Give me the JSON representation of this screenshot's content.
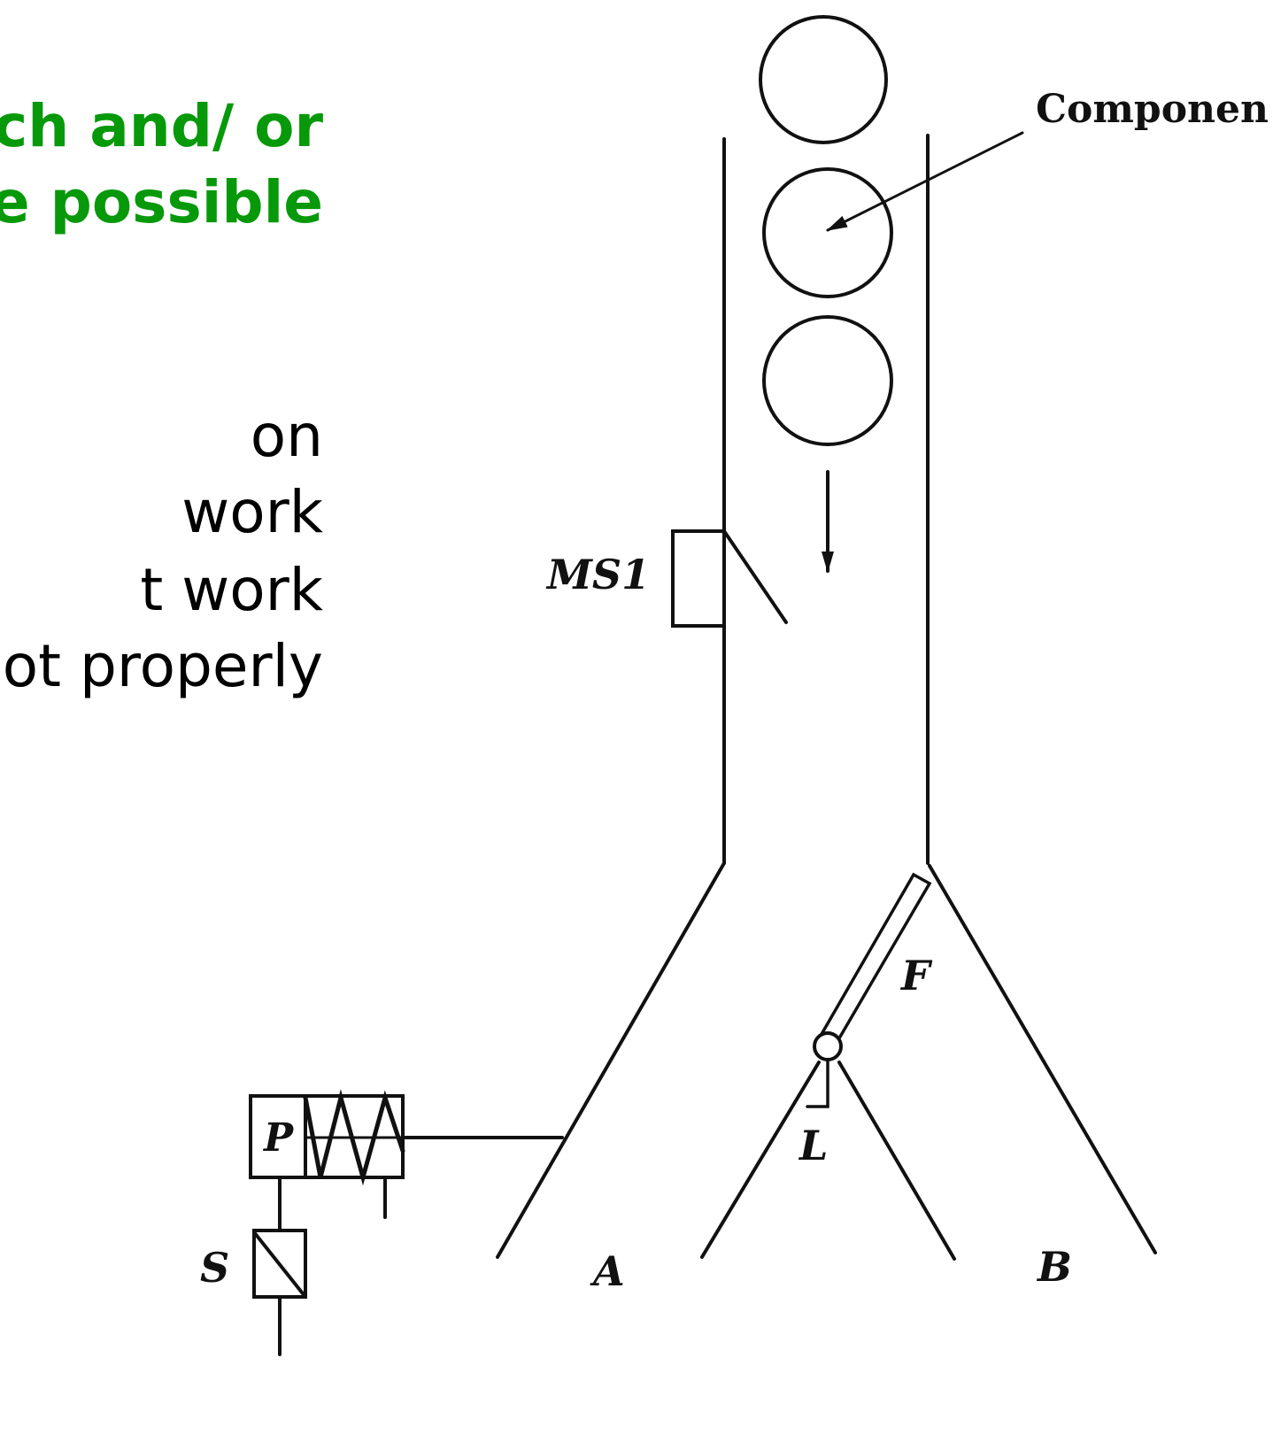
{
  "slide": {
    "heading_lines": [
      "tch and/ or",
      "e  possible"
    ],
    "body_lines": [
      "on",
      "work",
      "t work",
      "ot  properly"
    ],
    "heading_color": "#07990a"
  },
  "diagram": {
    "labels": {
      "component": "Componen",
      "ms1": "MS1",
      "p": "P",
      "s": "S",
      "a": "A",
      "b": "B",
      "f": "F",
      "l": "L"
    }
  }
}
